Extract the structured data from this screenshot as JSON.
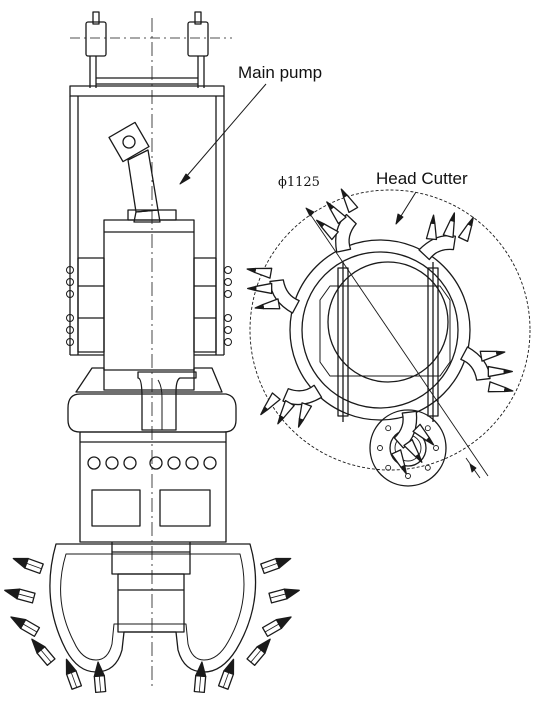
{
  "labels": {
    "main_pump": "Main pump",
    "head_cutter": "Head Cutter",
    "diameter": "ϕ1125"
  },
  "colors": {
    "line": "#1a1a1a",
    "background": "#ffffff"
  }
}
